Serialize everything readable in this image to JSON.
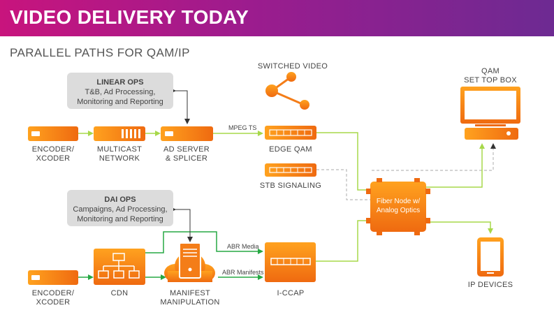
{
  "header": {
    "title": "VIDEO DELIVERY TODAY"
  },
  "subtitle": "PARALLEL PATHS FOR QAM/IP",
  "linear_ops": {
    "title": "LINEAR OPS",
    "line1": "T&B, Ad Processing,",
    "line2": "Monitoring and Reporting"
  },
  "dai_ops": {
    "title": "DAI OPS",
    "line1": "Campaigns, Ad Processing,",
    "line2": "Monitoring and Reporting"
  },
  "nodes": {
    "encoder_top": {
      "line1": "ENCODER/",
      "line2": "XCODER"
    },
    "multicast": {
      "line1": "MULTICAST",
      "line2": "NETWORK"
    },
    "ad_server": {
      "line1": "AD SERVER",
      "line2": "& SPLICER"
    },
    "edge_qam": {
      "line1": "EDGE QAM"
    },
    "switched_video": {
      "line1": "SWITCHED VIDEO"
    },
    "stb_signaling": {
      "line1": "STB SIGNALING"
    },
    "qam_stb": {
      "line1": "QAM",
      "line2": "SET TOP BOX"
    },
    "fiber_node": {
      "line1": "Fiber Node w/",
      "line2": "Analog Optics"
    },
    "encoder_bottom": {
      "line1": "ENCODER/",
      "line2": "XCODER"
    },
    "cdn": {
      "line1": "CDN"
    },
    "manifest": {
      "line1": "MANIFEST",
      "line2": "MANIPULATION"
    },
    "iccap": {
      "line1": "I-CCAP"
    },
    "ip_devices": {
      "line1": "IP DEVICES"
    }
  },
  "link_labels": {
    "mpeg_ts": "MPEG TS",
    "abr_media": "ABR Media",
    "abr_manifests": "ABR Manifests"
  },
  "colors": {
    "orange_light": "#ffa21f",
    "orange_dark": "#ef6a10",
    "green_line": "#a7d84a",
    "green_arrow": "#27a844",
    "gray_box": "#dcdcdc",
    "banner_start": "#c8147d",
    "banner_end": "#6d2a92"
  }
}
